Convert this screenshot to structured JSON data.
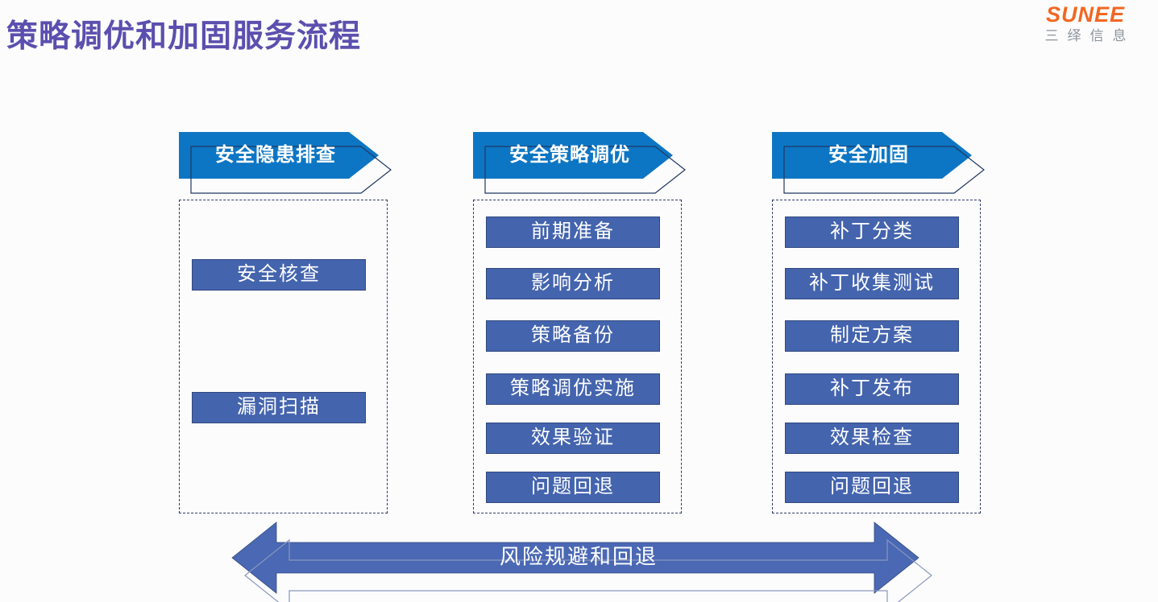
{
  "header": {
    "title": "策略调优和加固服务流程"
  },
  "logo": {
    "wordmark": "SUNEE",
    "subtitle": "三绎信息"
  },
  "columns": [
    {
      "header": "安全隐患排查",
      "items": [
        "安全核查",
        "漏洞扫描"
      ]
    },
    {
      "header": "安全策略调优",
      "items": [
        "前期准备",
        "影响分析",
        "策略备份",
        "策略调优实施",
        "效果验证",
        "问题回退"
      ]
    },
    {
      "header": "安全加固",
      "items": [
        "补丁分类",
        "补丁收集测试",
        "制定方案",
        "补丁发布",
        "效果检查",
        "问题回退"
      ]
    }
  ],
  "bottom_arrow": {
    "label": "风险规避和回退"
  },
  "colors": {
    "background": "#FCFCFC",
    "title": "#5B4FAE",
    "brand_orange": "#F26722",
    "brand_gray": "#8D939D",
    "header_blue": "#0D76C4",
    "outline_navy": "#1F3864",
    "step_blue": "#4464AE",
    "step_border": "#32497E",
    "arrow_blue": "#4A68B4",
    "arrow_outline": "#8A97BE",
    "dashed_border": "#2F3B66"
  }
}
